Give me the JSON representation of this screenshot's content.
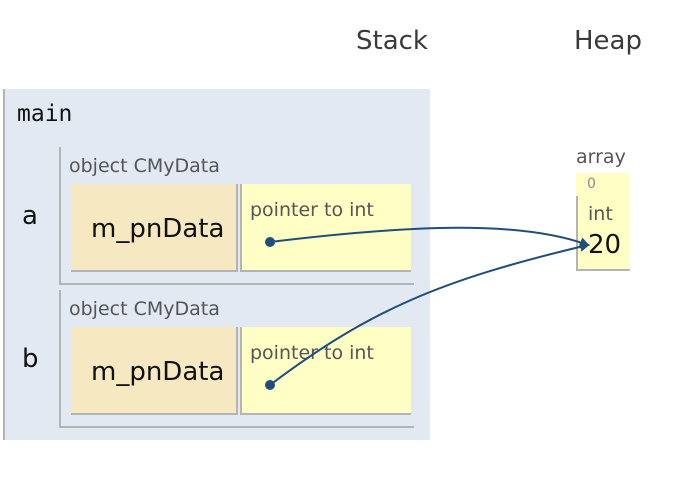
{
  "headers": {
    "stack": "Stack",
    "heap": "Heap"
  },
  "frame": {
    "name": "main",
    "variables": [
      {
        "name": "a",
        "object_label": "object CMyData",
        "field_name": "m_pnData",
        "value_type": "pointer to int"
      },
      {
        "name": "b",
        "object_label": "object CMyData",
        "field_name": "m_pnData",
        "value_type": "pointer to int"
      }
    ]
  },
  "heap": {
    "label": "array",
    "index": "0",
    "type": "int",
    "value": "20"
  },
  "colors": {
    "frame_bg": "#e2e9f3",
    "field_bg": "#f6e8c1",
    "value_bg": "#ffffc5",
    "arrow": "#1f4e7d"
  }
}
